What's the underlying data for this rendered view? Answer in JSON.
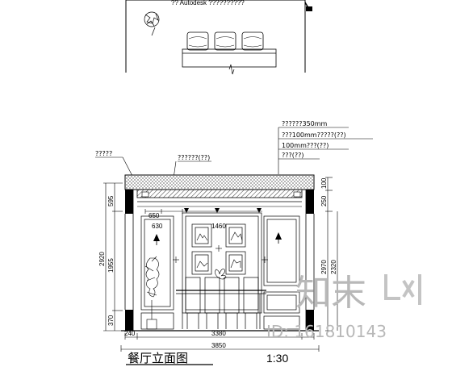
{
  "top_fragment": {
    "header_text": "?? Autodesk ??????????"
  },
  "notes": {
    "right_1": "??????350mm",
    "right_2": "???100mm?????(??)",
    "right_3": "100mm???(??)",
    "right_4": "???(??)",
    "left_1": "?????",
    "center_1": "??????(??)"
  },
  "dimensions": {
    "left_outer_total": "2920",
    "left_inner_total": "1955",
    "left_top": "595",
    "left_bottom": "370",
    "top_650": "650",
    "top_630": "630",
    "top_1460": "1460",
    "bottom_240": "240",
    "bottom_3380": "3380",
    "bottom_3850": "3850",
    "right_100": "100",
    "right_250": "250",
    "right_2970": "2970",
    "right_2320": "2320"
  },
  "title": {
    "label": "餐厅立面图",
    "scale": "1:30"
  },
  "watermark": {
    "logo_text": "知末",
    "id_text": "ID: 161810143"
  }
}
